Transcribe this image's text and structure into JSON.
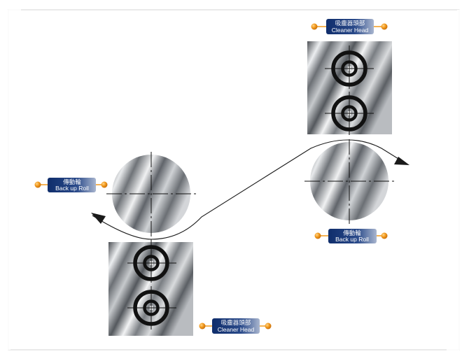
{
  "labels": {
    "cleaner_head_top": {
      "zh": "吸塵器頭部",
      "en": "Cleaner Head"
    },
    "backup_roll_right": {
      "zh": "傳動輪",
      "en": "Back up Roll"
    },
    "backup_roll_left": {
      "zh": "傳動輪",
      "en": "Back up Roll"
    },
    "cleaner_head_bottom": {
      "zh": "吸塵器頭部",
      "en": "Cleaner Head"
    }
  },
  "colors": {
    "badge_dark": "#0f2d6b",
    "badge_light": "#a9b6cf",
    "pin": "#f29a1d",
    "web_line": "#1a1a1a",
    "frame": "#cfcfcf"
  },
  "icons": {
    "badge_pins": "orange-pin-icon",
    "arrow": "arrowhead-icon"
  }
}
